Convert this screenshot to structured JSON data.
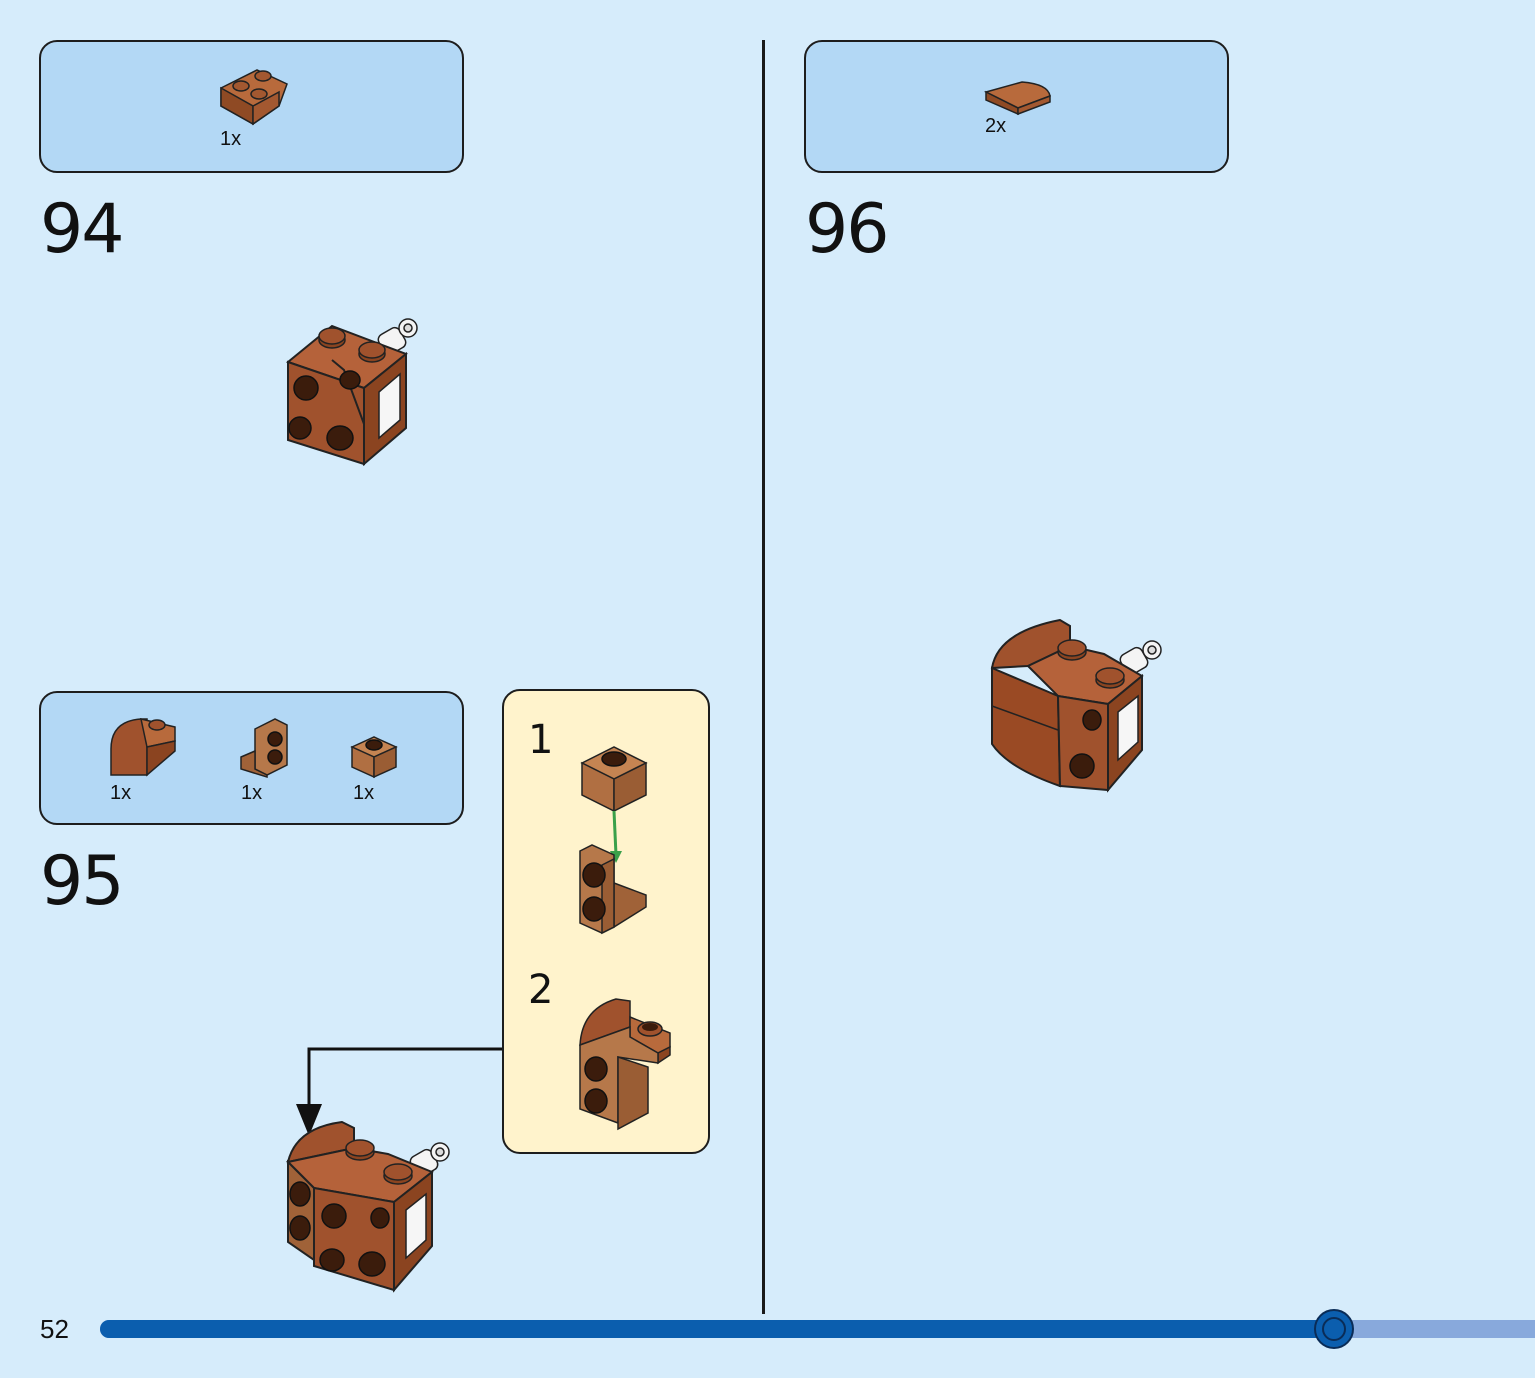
{
  "page": {
    "page_number": "52",
    "progress_fraction": 0.86
  },
  "steps": [
    {
      "number": "94",
      "parts": [
        {
          "icon": "wedge-plate-icon",
          "qty": "1x"
        }
      ]
    },
    {
      "number": "95",
      "parts": [
        {
          "icon": "curved-slope-brick-icon",
          "qty": "1x"
        },
        {
          "icon": "bracket-plate-icon",
          "qty": "1x"
        },
        {
          "icon": "stud-brick-1x1-icon",
          "qty": "1x"
        }
      ],
      "substeps": [
        {
          "number": "1"
        },
        {
          "number": "2"
        }
      ]
    },
    {
      "number": "96",
      "parts": [
        {
          "icon": "curved-tile-icon",
          "qty": "2x"
        }
      ]
    }
  ],
  "colors": {
    "background": "#d6ecfb",
    "parts_box": "#b3d8f5",
    "callout": "#fff3cc",
    "brick_brown": "#a0522d",
    "brick_tan": "#b6784a",
    "arrow_green": "#3aa04a",
    "progress_fill": "#0b5eae",
    "progress_track": "#88a9dc"
  }
}
